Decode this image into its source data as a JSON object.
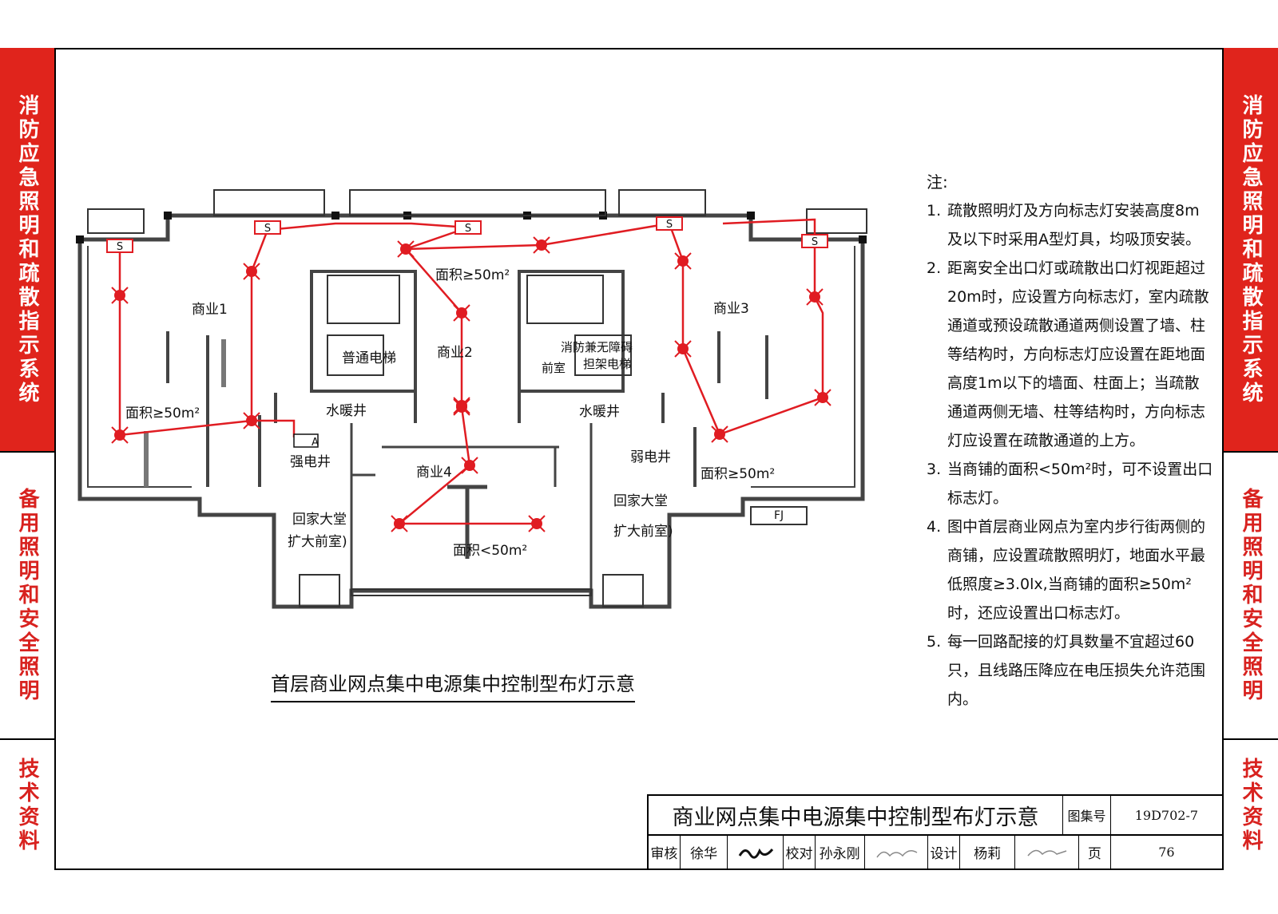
{
  "side_left": [
    {
      "text": "消防应急照明和疏散指示系统",
      "style": "red"
    },
    {
      "text": "备用照明和安全照明",
      "style": "plain"
    },
    {
      "text": "技术资料",
      "style": "plain"
    }
  ],
  "side_right": [
    {
      "text": "消防应急照明和疏散指示系统",
      "style": "red"
    },
    {
      "text": "备用照明和安全照明",
      "style": "plain"
    },
    {
      "text": "技术资料",
      "style": "plain"
    }
  ],
  "plan": {
    "rooms": {
      "shop1": "商业1",
      "shop2": "商业2",
      "shop3": "商业3",
      "shop4": "商业4",
      "elevator_normal": "普通电梯",
      "fire_front": "消防兼无障碍",
      "fire_front2": "担架电梯",
      "front_room": "前室",
      "water_left": "水暖井",
      "water_right": "水暖井",
      "strong": "强电井",
      "weak": "弱电井",
      "lobby_l1": "回家大堂",
      "lobby_l2": "扩大前室)",
      "lobby_r1": "回家大堂",
      "lobby_r2": "扩大前室)",
      "area1": "面积≥50m²",
      "area2": "面积≥50m²",
      "area3": "面积≥50m²",
      "area4": "面积<50m²",
      "fj": "FJ",
      "panel": "A",
      "exit_mark": "S"
    },
    "caption": "首层商业网点集中电源集中控制型布灯示意"
  },
  "notes": {
    "heading": "注:",
    "items": [
      {
        "num": "1.",
        "text": "疏散照明灯及方向标志灯安装高度8m及以下时采用A型灯具，均吸顶安装。"
      },
      {
        "num": "2.",
        "text": "距离安全出口灯或疏散出口灯视距超过20m时，应设置方向标志灯，室内疏散通道或预设疏散通道两侧设置了墙、柱等结构时，方向标志灯应设置在距地面高度1m以下的墙面、柱面上；当疏散通道两侧无墙、柱等结构时，方向标志灯应设置在疏散通道的上方。"
      },
      {
        "num": "3.",
        "text": "当商铺的面积<50m²时，可不设置出口标志灯。"
      },
      {
        "num": "4.",
        "text": "图中首层商业网点为室内步行街两侧的商铺，应设置疏散照明灯，地面水平最低照度≥3.0lx,当商铺的面积≥50m²时，还应设置出口标志灯。"
      },
      {
        "num": "5.",
        "text": "每一回路配接的灯具数量不宜超过60只，且线路压降应在电压损失允许范围内。"
      }
    ]
  },
  "titleblock": {
    "title": "商业网点集中电源集中控制型布灯示意",
    "atlas_label": "图集号",
    "atlas_no": "19D702-7",
    "review_label": "审核",
    "reviewer": "徐华",
    "check_label": "校对",
    "checker": "孙永刚",
    "design_label": "设计",
    "designer": "杨莉",
    "page_label": "页",
    "page_no": "76"
  }
}
